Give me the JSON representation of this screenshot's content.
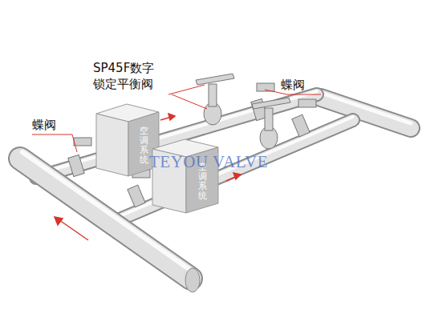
{
  "diagram": {
    "nodes": [
      {
        "text": [
          "空调系统"
        ]
      },
      {
        "text": [
          "空调系统"
        ]
      }
    ],
    "labels": [
      "SP45F数字 锁定平衡阀",
      "蝶阀",
      "蝶阀",
      "TEYOU VALVE"
    ]
  }
}
